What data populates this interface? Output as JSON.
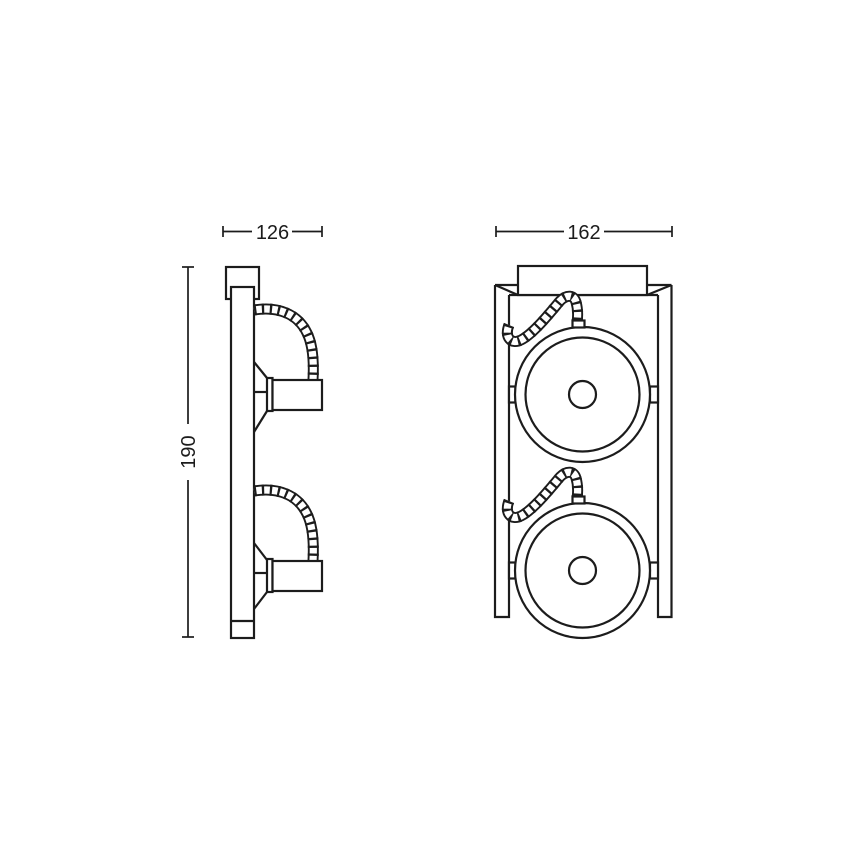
{
  "drawing": {
    "kind": "luminaire-dimension-drawing",
    "views": [
      "side-view",
      "front-view"
    ]
  },
  "dimensions": {
    "side_view_width_mm": "126",
    "front_view_width_mm": "162",
    "fixture_height_mm": "190"
  },
  "colors": {
    "line": "#1c1c1c",
    "background": "#ffffff"
  }
}
